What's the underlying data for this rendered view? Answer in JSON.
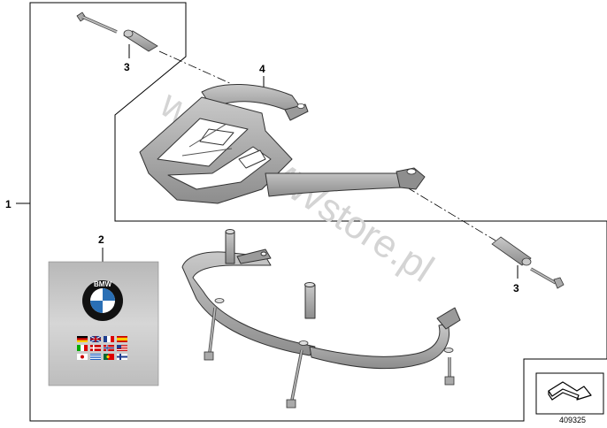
{
  "diagram": {
    "callouts": {
      "c1": "1",
      "c2": "2",
      "c3a": "3",
      "c3b": "3",
      "c4": "4"
    },
    "watermark": "www.BMWstore.pl",
    "brand_badge": "BMW",
    "diagram_number": "409325",
    "colors": {
      "outline": "#000000",
      "metal": "#a9a9a9",
      "metal_dark": "#6f6f6f",
      "card": "#c4c4c4",
      "watermark": "#d4d4d4"
    },
    "icons": [
      "bmw-logo-icon",
      "country-flags-icon",
      "arrow-navigation-icon"
    ]
  }
}
